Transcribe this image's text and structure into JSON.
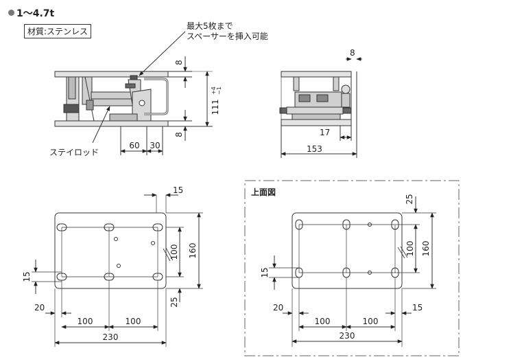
{
  "title": "1〜4.7t",
  "material": "材質:ステンレス",
  "shim_note": [
    "最大5枚まで",
    "スペーサーを挿入可能"
  ],
  "stay_rod": "ステイロッド",
  "top_view_label": "上面図",
  "front": {
    "top_plate": "8",
    "height": "111",
    "tol_plus": "+4",
    "tol_minus": "−1",
    "bottom_plate": "8",
    "dim_60": "60",
    "dim_30": "30"
  },
  "side": {
    "dim_8": "8",
    "dim_17": "17",
    "dim_153": "153"
  },
  "base": {
    "dim_15_top": "15",
    "dim_100_v": "100",
    "dim_160": "160",
    "dim_25": "25",
    "dim_15_left": "15",
    "dim_20": "20",
    "dim_100_a": "100",
    "dim_100_b": "100",
    "dim_230": "230"
  },
  "top": {
    "dim_25": "25",
    "dim_100_v": "100",
    "dim_160": "160",
    "dim_15_left": "15",
    "dim_20": "20",
    "dim_15_right": "15",
    "dim_100_a": "100",
    "dim_100_b": "100",
    "dim_230": "230"
  }
}
